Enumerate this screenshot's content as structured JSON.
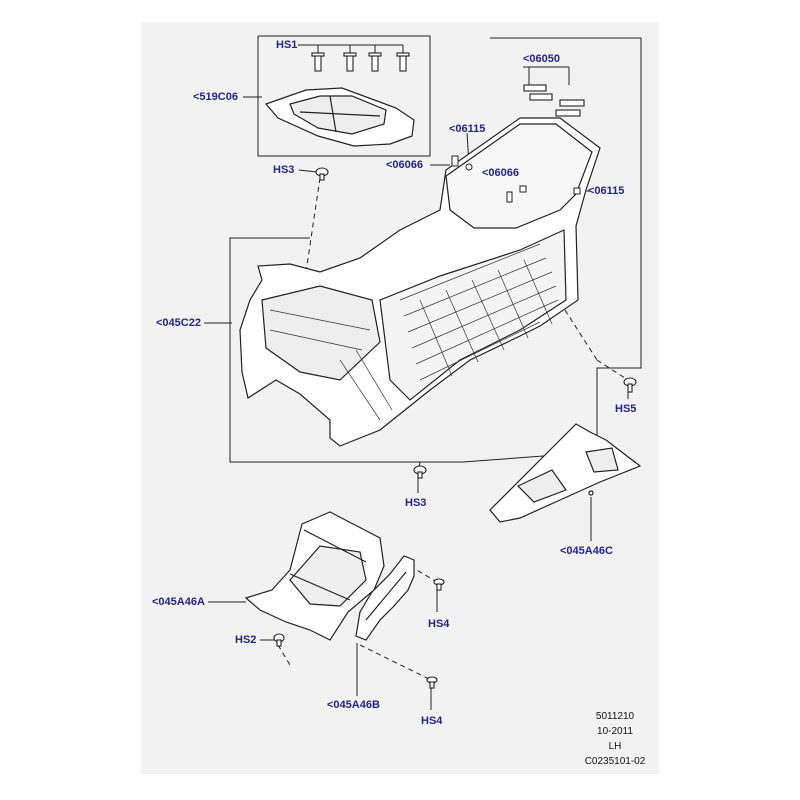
{
  "labels": {
    "hs1": "HS1",
    "c519c06": "<519C06",
    "c06050": "<06050",
    "c06115_top": "<06115",
    "c06066_left": "<06066",
    "c06066_right": "<06066",
    "c06115_right": "<06115",
    "hs3_top": "HS3",
    "c045c22": "<045C22",
    "hs5": "HS5",
    "hs3_bottom": "HS3",
    "c045a46c": "<045A46C",
    "c045a46a": "<045A46A",
    "hs2": "HS2",
    "hs4_upper": "HS4",
    "c045a46b": "<045A46B",
    "hs4_lower": "HS4"
  },
  "meta": {
    "code": "5011210",
    "date": "10-2011",
    "side": "LH",
    "ref": "C0235101-02"
  },
  "colors": {
    "label": "#24248f",
    "line": "#222222",
    "background": "#f2f2f2"
  }
}
